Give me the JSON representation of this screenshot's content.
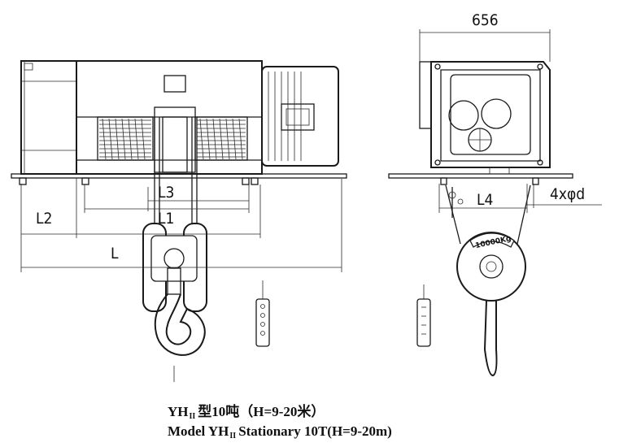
{
  "side_view": {
    "dimensions": {
      "L3": "L3",
      "L1": "L1",
      "L2": "L2",
      "L": "L"
    },
    "load_label": "10000Kg"
  },
  "end_view": {
    "dimensions": {
      "width": "656",
      "L4": "L4",
      "holes": "4xφd"
    }
  },
  "caption": {
    "line1": {
      "prefix": "YH",
      "sub": "II",
      "rest": "型10吨（H=9-20米）"
    },
    "line2": {
      "prefix": "Model YH",
      "sub": "II",
      "rest": "Stationary 10T(H=9-20m)"
    }
  }
}
